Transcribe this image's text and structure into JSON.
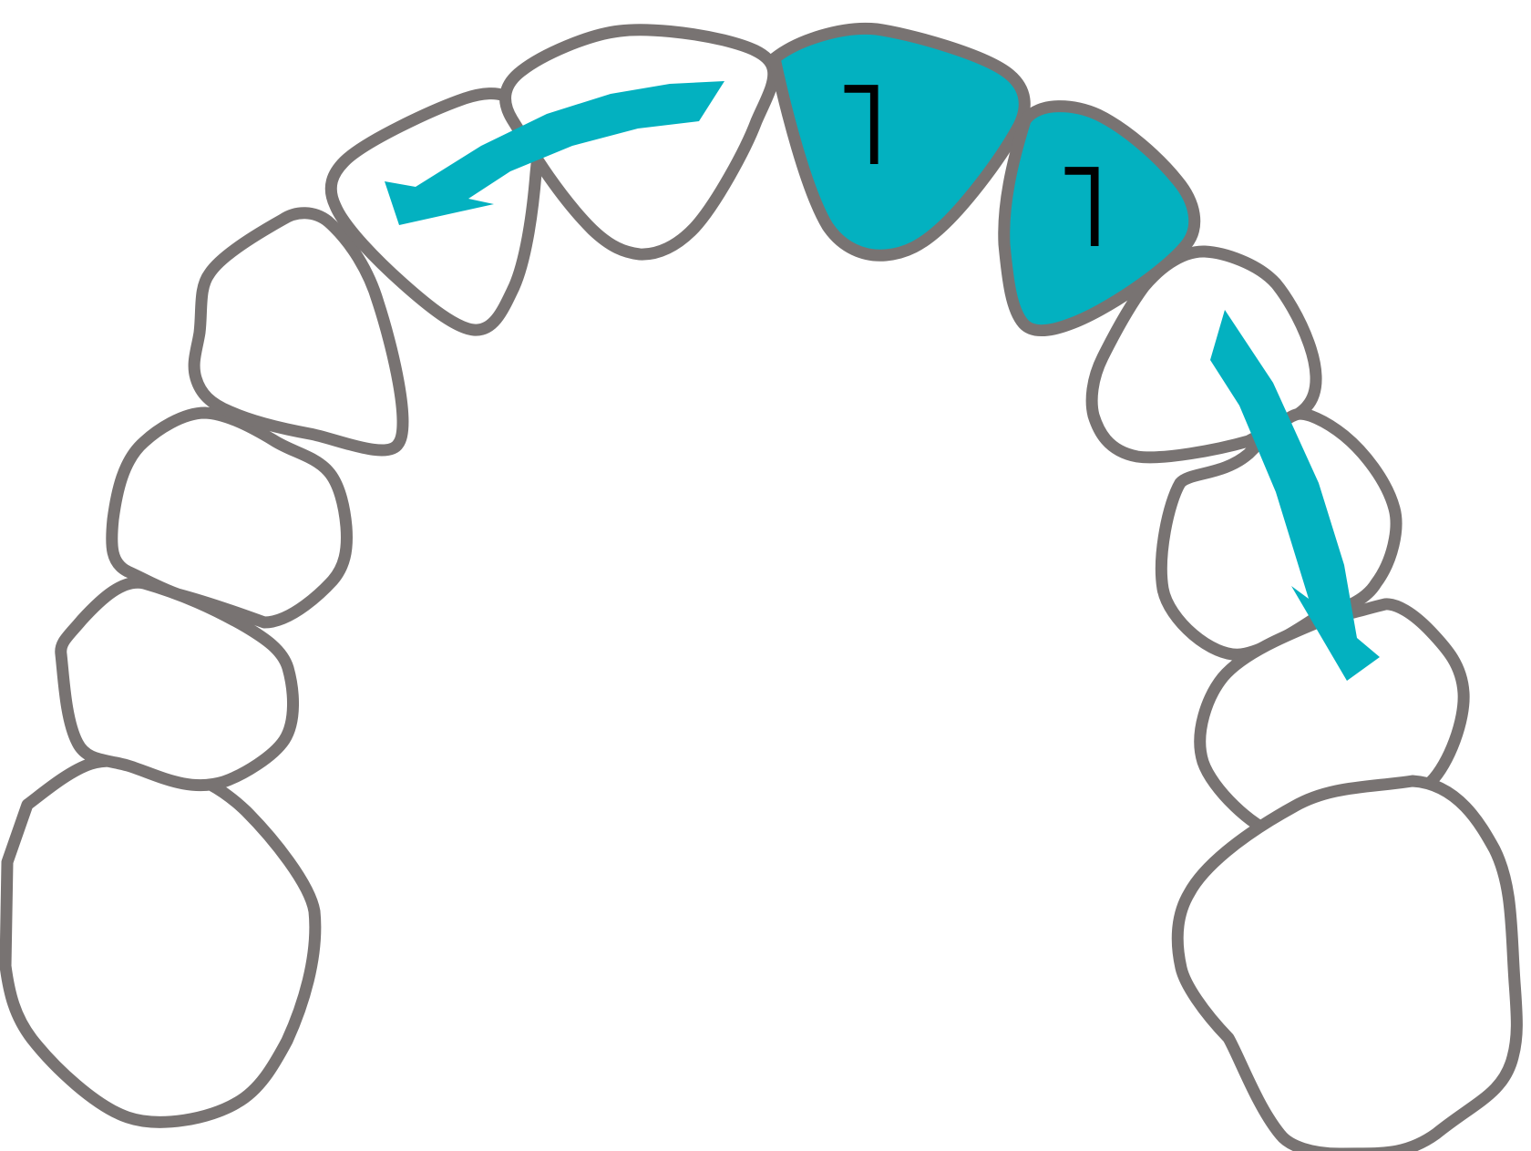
{
  "diagram": {
    "colors": {
      "accent": "#03b1c0",
      "outline": "#787372",
      "background": "#ffffff",
      "label": "#000000"
    },
    "teeth": [
      {
        "id": "upper-left-molar",
        "selected": false
      },
      {
        "id": "upper-left-second-premolar",
        "selected": false
      },
      {
        "id": "upper-left-first-premolar",
        "selected": false
      },
      {
        "id": "upper-left-canine",
        "selected": false
      },
      {
        "id": "upper-left-lateral-incisor",
        "selected": false
      },
      {
        "id": "upper-left-central-incisor",
        "selected": false
      },
      {
        "id": "upper-right-central-incisor",
        "selected": true
      },
      {
        "id": "upper-right-lateral-incisor",
        "selected": true
      },
      {
        "id": "upper-right-canine",
        "selected": false
      },
      {
        "id": "upper-right-first-premolar",
        "selected": false
      },
      {
        "id": "upper-right-second-premolar",
        "selected": false
      },
      {
        "id": "upper-right-molar",
        "selected": false
      }
    ],
    "markers": [
      {
        "tooth": "upper-right-central-incisor",
        "text": "˥"
      },
      {
        "tooth": "upper-right-lateral-incisor",
        "text": "˥"
      }
    ],
    "arrows": [
      {
        "id": "arrow-left",
        "direction": "toward-left-lateral-incisor"
      },
      {
        "id": "arrow-right",
        "direction": "toward-right-premolars"
      }
    ]
  }
}
